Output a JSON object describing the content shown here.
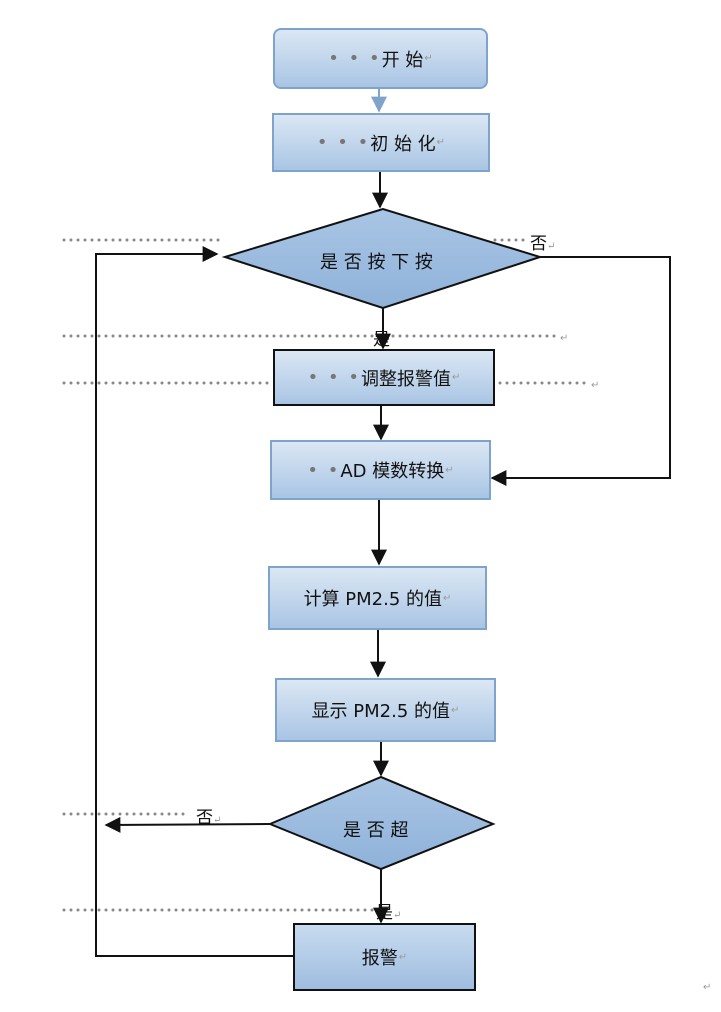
{
  "nodes": {
    "start": "开 始",
    "init": "初 始 化",
    "key_check": "是 否 按 下 按",
    "adjust_alarm": "调整报警值",
    "ad_convert": "AD 模数转换",
    "calc_pm": "计算 PM2.5 的值",
    "show_pm": "显示 PM2.5 的值",
    "exceed_check": "是 否 超",
    "alarm": "报警"
  },
  "labels": {
    "key_no": "否",
    "key_yes": "是",
    "exceed_no": "否",
    "exceed_yes": "是"
  },
  "marks": {
    "return": "↵"
  }
}
